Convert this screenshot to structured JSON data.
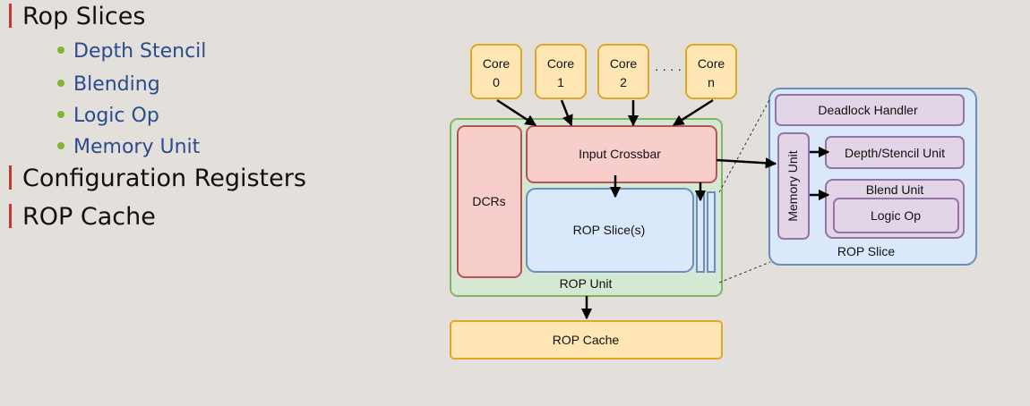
{
  "bullets": {
    "rop_slices": "Rop Slices",
    "sub": [
      "Depth Stencil",
      "Blending",
      "Logic Op",
      "Memory Unit"
    ],
    "config_registers": "Configuration Registers",
    "rop_cache": "ROP Cache"
  },
  "diagram": {
    "cores": [
      {
        "line1": "Core",
        "line2": "0"
      },
      {
        "line1": "Core",
        "line2": "1"
      },
      {
        "line1": "Core",
        "line2": "2"
      },
      {
        "line1": "Core",
        "line2": "n"
      }
    ],
    "dots": "· · · ·",
    "input_crossbar": "Input Crossbar",
    "dcrs": "DCRs",
    "rop_slices": "ROP Slice(s)",
    "rop_unit": "ROP Unit",
    "rop_cache": "ROP Cache",
    "deadlock_handler": "Deadlock Handler",
    "memory_unit": "Memory Unit",
    "depth_stencil_unit": "Depth/Stencil Unit",
    "blend_unit": "Blend Unit",
    "logic_op": "Logic Op",
    "rop_slice": "ROP Slice"
  },
  "colors": {
    "accent_bar": "#c0392b",
    "bullet_dot": "#7fb532",
    "sub_text": "#2a4b8d",
    "core_fill": "#ffe6b3",
    "core_stroke": "#e2a629",
    "rop_unit_fill": "#d5e8d4",
    "rop_unit_stroke": "#82b366",
    "red_fill": "#f8cecc",
    "red_stroke": "#b85450",
    "blue_fill": "#dae8fc",
    "blue_stroke": "#6c8ebf",
    "purple_fill": "#e1d5e7",
    "purple_stroke": "#9673a6"
  }
}
